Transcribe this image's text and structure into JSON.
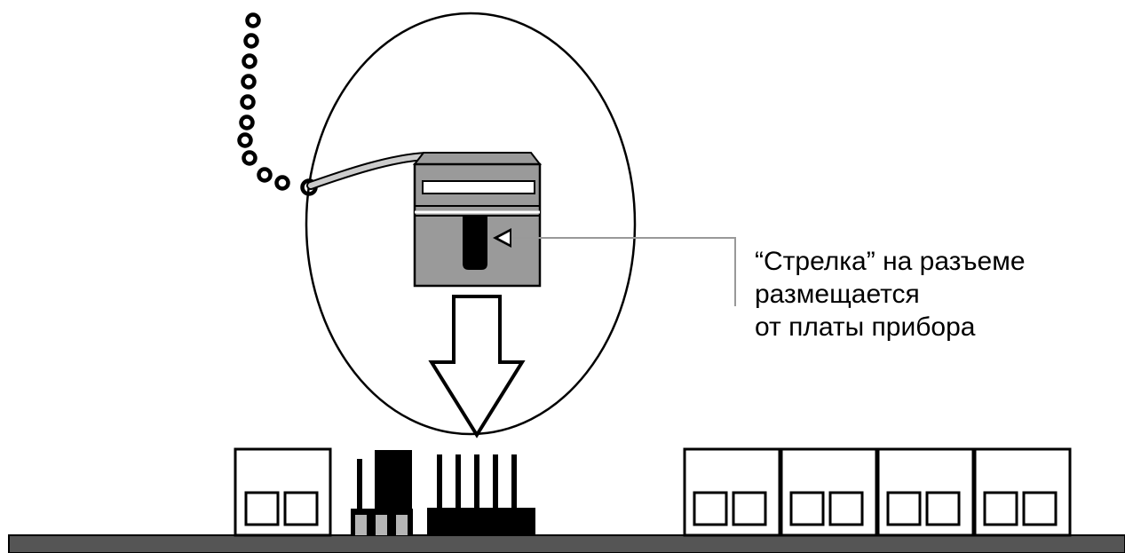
{
  "caption": {
    "line1": "“Стрелка” на разъеме",
    "line2": "размещается",
    "line3": "от платы прибора"
  },
  "colors": {
    "outline": "#000000",
    "connector_gray": "#9a9a9a",
    "connector_light_gray": "#b5b5b5",
    "board": "#555555",
    "cable": "#cccccc",
    "pointer_line": "#999999"
  },
  "icons": {
    "arrow_down": "arrow-down-icon",
    "pointer_arrow": "pointer-arrow-icon"
  }
}
